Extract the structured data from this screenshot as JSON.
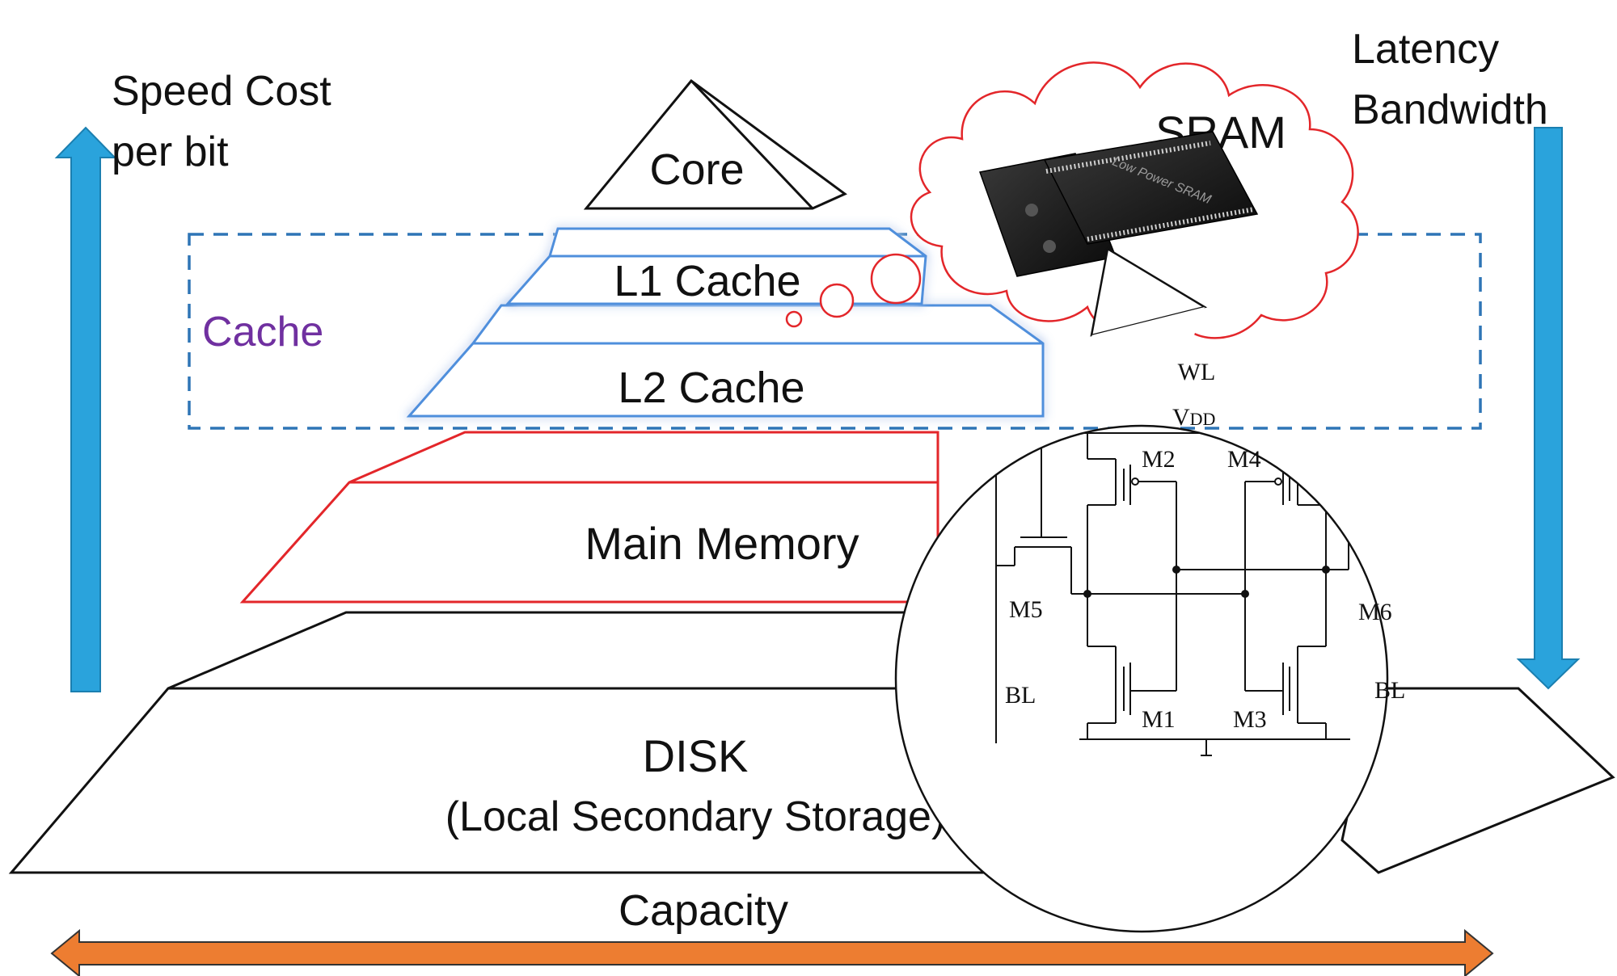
{
  "labels": {
    "speed_cost": "Speed Cost",
    "per_bit": "per bit",
    "latency": "Latency",
    "bandwidth": "Bandwidth",
    "cache": "Cache",
    "core": "Core",
    "l1": "L1 Cache",
    "l2": "L2 Cache",
    "main_memory": "Main Memory",
    "disk": "DISK",
    "disk_sub": "(Local Secondary Storage)",
    "capacity": "Capacity",
    "sram": "SRAM",
    "chip_text": "Low Power SRAM"
  },
  "circuit": {
    "wl": "WL",
    "vdd_v": "V",
    "vdd_sub": "DD",
    "m1": "M1",
    "m2": "M2",
    "m3": "M3",
    "m4": "M4",
    "m5": "M5",
    "m6": "M6",
    "bl_left": "BL",
    "bl_right": "BL"
  },
  "colors": {
    "arrow_blue": "#2aa3dc",
    "capacity_orange": "#ed7d31",
    "cache_purple": "#7030a0",
    "cache_glow": "#4f8fdc",
    "main_memory_red": "#e3262a",
    "cloud_red": "#e3262a"
  }
}
